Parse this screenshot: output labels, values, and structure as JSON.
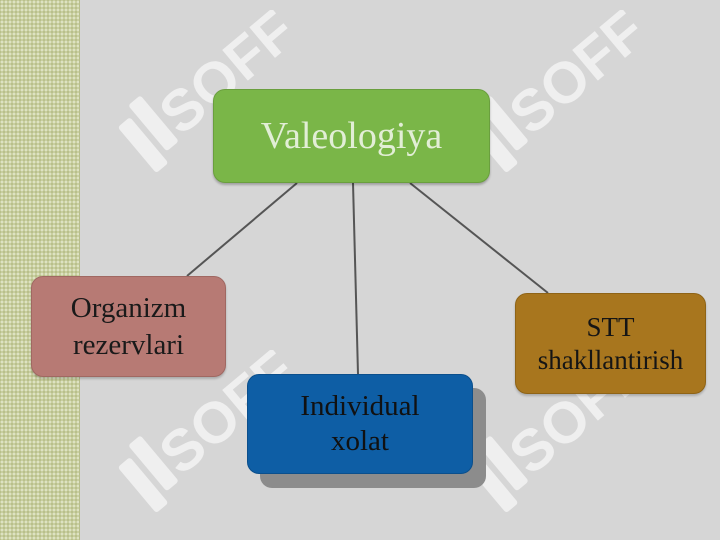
{
  "diagram": {
    "center": {
      "label": "Valeologiya"
    },
    "children": [
      {
        "line1": "Organizm",
        "line2": "rezervlari"
      },
      {
        "line1": "Individual",
        "line2": "xolat"
      },
      {
        "line1": "STT",
        "line2": "shakllantirish"
      }
    ]
  },
  "watermark": {
    "text": "SOFF"
  },
  "colors": {
    "background": "#d6d6d6",
    "left_strip": "#c9cf9f",
    "center_node": "#7ab648",
    "organizm_node": "#b77a74",
    "individual_node": "#0e5ea5",
    "stt_node": "#a8761e",
    "connector": "#555555"
  }
}
